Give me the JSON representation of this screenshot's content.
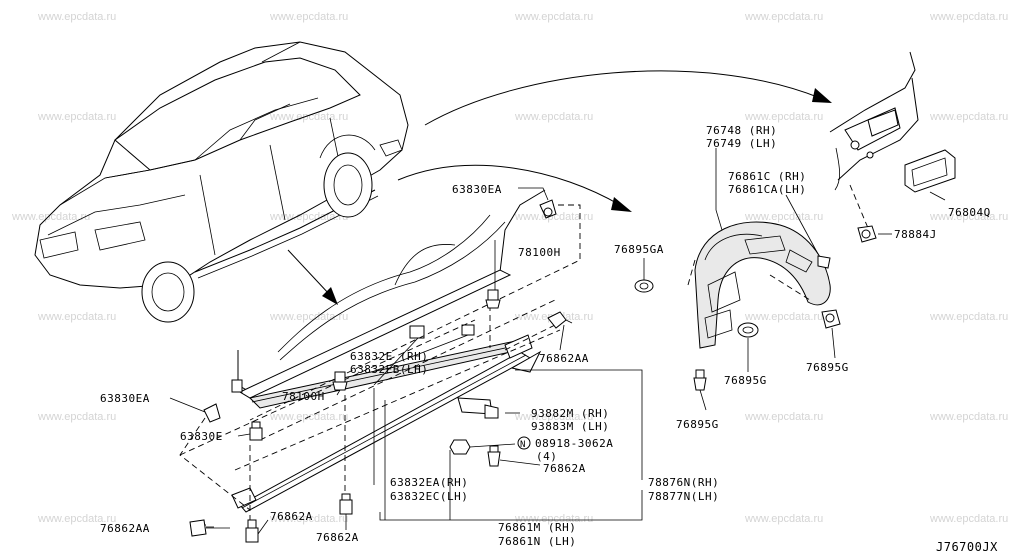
{
  "watermark": "www.epcdata.ru",
  "diagram_code": "J76700JX",
  "labels": {
    "p63830EA_top": "63830EA",
    "p78100H_top": "78100H",
    "p63832E": "63832E (RH)",
    "p63832EB": "63832EB(LH)",
    "p78100H_bot": "78100H",
    "p63830EA_left": "63830EA",
    "p63830E": "63830E",
    "p76862AA_mid": "76862AA",
    "p93882M": "93882M (RH)",
    "p93883M": "93883M (LH)",
    "p08918": "08918-3062A",
    "p08918_qty": "(4)",
    "p76862A_mid": "76862A",
    "p63832EA": "63832EA(RH)",
    "p63832EC": "63832EC(LH)",
    "p78876N": "78876N(RH)",
    "p78877N": "78877N(LH)",
    "p76862AA_bot": "76862AA",
    "p76862A_bot1": "76862A",
    "p76862A_bot2": "76862A",
    "p76861M": "76861M (RH)",
    "p76861N": "76861N (LH)",
    "p76748": "76748 (RH)",
    "p76749": "76749 (LH)",
    "p76861C": "76861C (RH)",
    "p76861CA": "76861CA(LH)",
    "p76804Q": "76804Q",
    "p78884J": "78884J",
    "p76895GA": "76895GA",
    "p76895G_1": "76895G",
    "p76895G_2": "76895G",
    "p76895G_3": "76895G",
    "nut_symbol": "N"
  }
}
